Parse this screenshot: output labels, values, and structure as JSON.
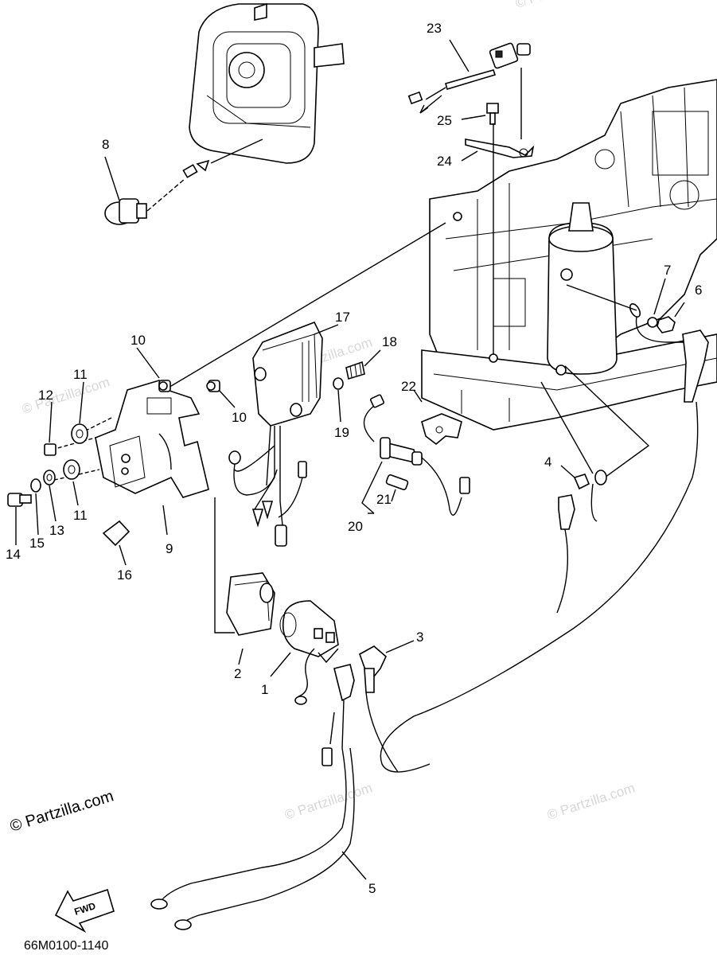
{
  "watermark": "© Partzilla.com",
  "brand": "© Partzilla.com",
  "diagram_code": "66M0100-1140",
  "fwd_label": "FWD",
  "callouts": [
    "1",
    "2",
    "3",
    "4",
    "5",
    "6",
    "7",
    "8",
    "9",
    "10",
    "10",
    "11",
    "11",
    "12",
    "13",
    "14",
    "15",
    "16",
    "17",
    "18",
    "19",
    "20",
    "21",
    "22",
    "23",
    "24",
    "25"
  ]
}
